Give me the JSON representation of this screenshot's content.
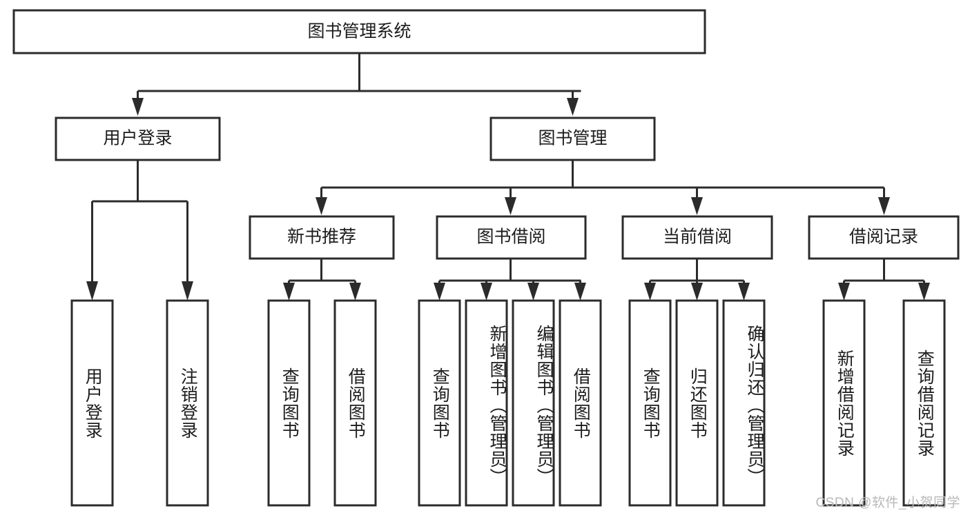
{
  "diagram": {
    "title": "图书管理系统",
    "type": "tree-hierarchy-flowchart",
    "colors": {
      "box_stroke": "#2b2b2b",
      "box_fill": "#ffffff",
      "connector": "#2b2b2b",
      "text": "#1c1c1c",
      "background": "#ffffff",
      "watermark": "#b8b8b8"
    },
    "levels": {
      "root": "图书管理系统",
      "level2": [
        "用户登录",
        "图书管理"
      ],
      "level3": [
        "新书推荐",
        "图书借阅",
        "当前借阅",
        "借阅记录"
      ]
    },
    "nodes": {
      "root": {
        "label": "图书管理系统",
        "orientation": "horizontal"
      },
      "user_login": {
        "label": "用户登录",
        "orientation": "horizontal"
      },
      "book_manage": {
        "label": "图书管理",
        "orientation": "horizontal"
      },
      "new_book_recommend": {
        "label": "新书推荐",
        "orientation": "horizontal"
      },
      "book_borrow": {
        "label": "图书借阅",
        "orientation": "horizontal"
      },
      "current_borrow": {
        "label": "当前借阅",
        "orientation": "horizontal"
      },
      "borrow_record": {
        "label": "借阅记录",
        "orientation": "horizontal"
      },
      "leaf_user_login": {
        "label": "用户登录",
        "orientation": "vertical"
      },
      "leaf_logout": {
        "label": "注销登录",
        "orientation": "vertical"
      },
      "leaf_query_book_1": {
        "label": "查询图书",
        "orientation": "vertical"
      },
      "leaf_borrow_book_1": {
        "label": "借阅图书",
        "orientation": "vertical"
      },
      "leaf_query_book_2": {
        "label": "查询图书",
        "orientation": "vertical"
      },
      "leaf_add_book": {
        "label": "新增图书（管理员）",
        "orientation": "vertical"
      },
      "leaf_edit_book": {
        "label": "编辑图书（管理员）",
        "orientation": "vertical"
      },
      "leaf_borrow_book_2": {
        "label": "借阅图书",
        "orientation": "vertical"
      },
      "leaf_query_book_3": {
        "label": "查询图书",
        "orientation": "vertical"
      },
      "leaf_return_book": {
        "label": "归还图书",
        "orientation": "vertical"
      },
      "leaf_confirm_return": {
        "label": "确认归还（管理员）",
        "orientation": "vertical"
      },
      "leaf_add_record": {
        "label": "新增借阅记录",
        "orientation": "vertical"
      },
      "leaf_query_record": {
        "label": "查询借阅记录",
        "orientation": "vertical"
      }
    },
    "groups": {
      "user_login_children": [
        "用户登录",
        "注销登录"
      ],
      "new_book_recommend_children": [
        "查询图书",
        "借阅图书"
      ],
      "book_borrow_children": [
        "查询图书",
        "新增图书（管理员）",
        "编辑图书（管理员）",
        "借阅图书"
      ],
      "current_borrow_children": [
        "查询图书",
        "归还图书",
        "确认归还（管理员）"
      ],
      "borrow_record_children": [
        "新增借阅记录",
        "查询借阅记录"
      ]
    }
  },
  "watermark": {
    "text": "CSDN @软件_小贺同学"
  }
}
